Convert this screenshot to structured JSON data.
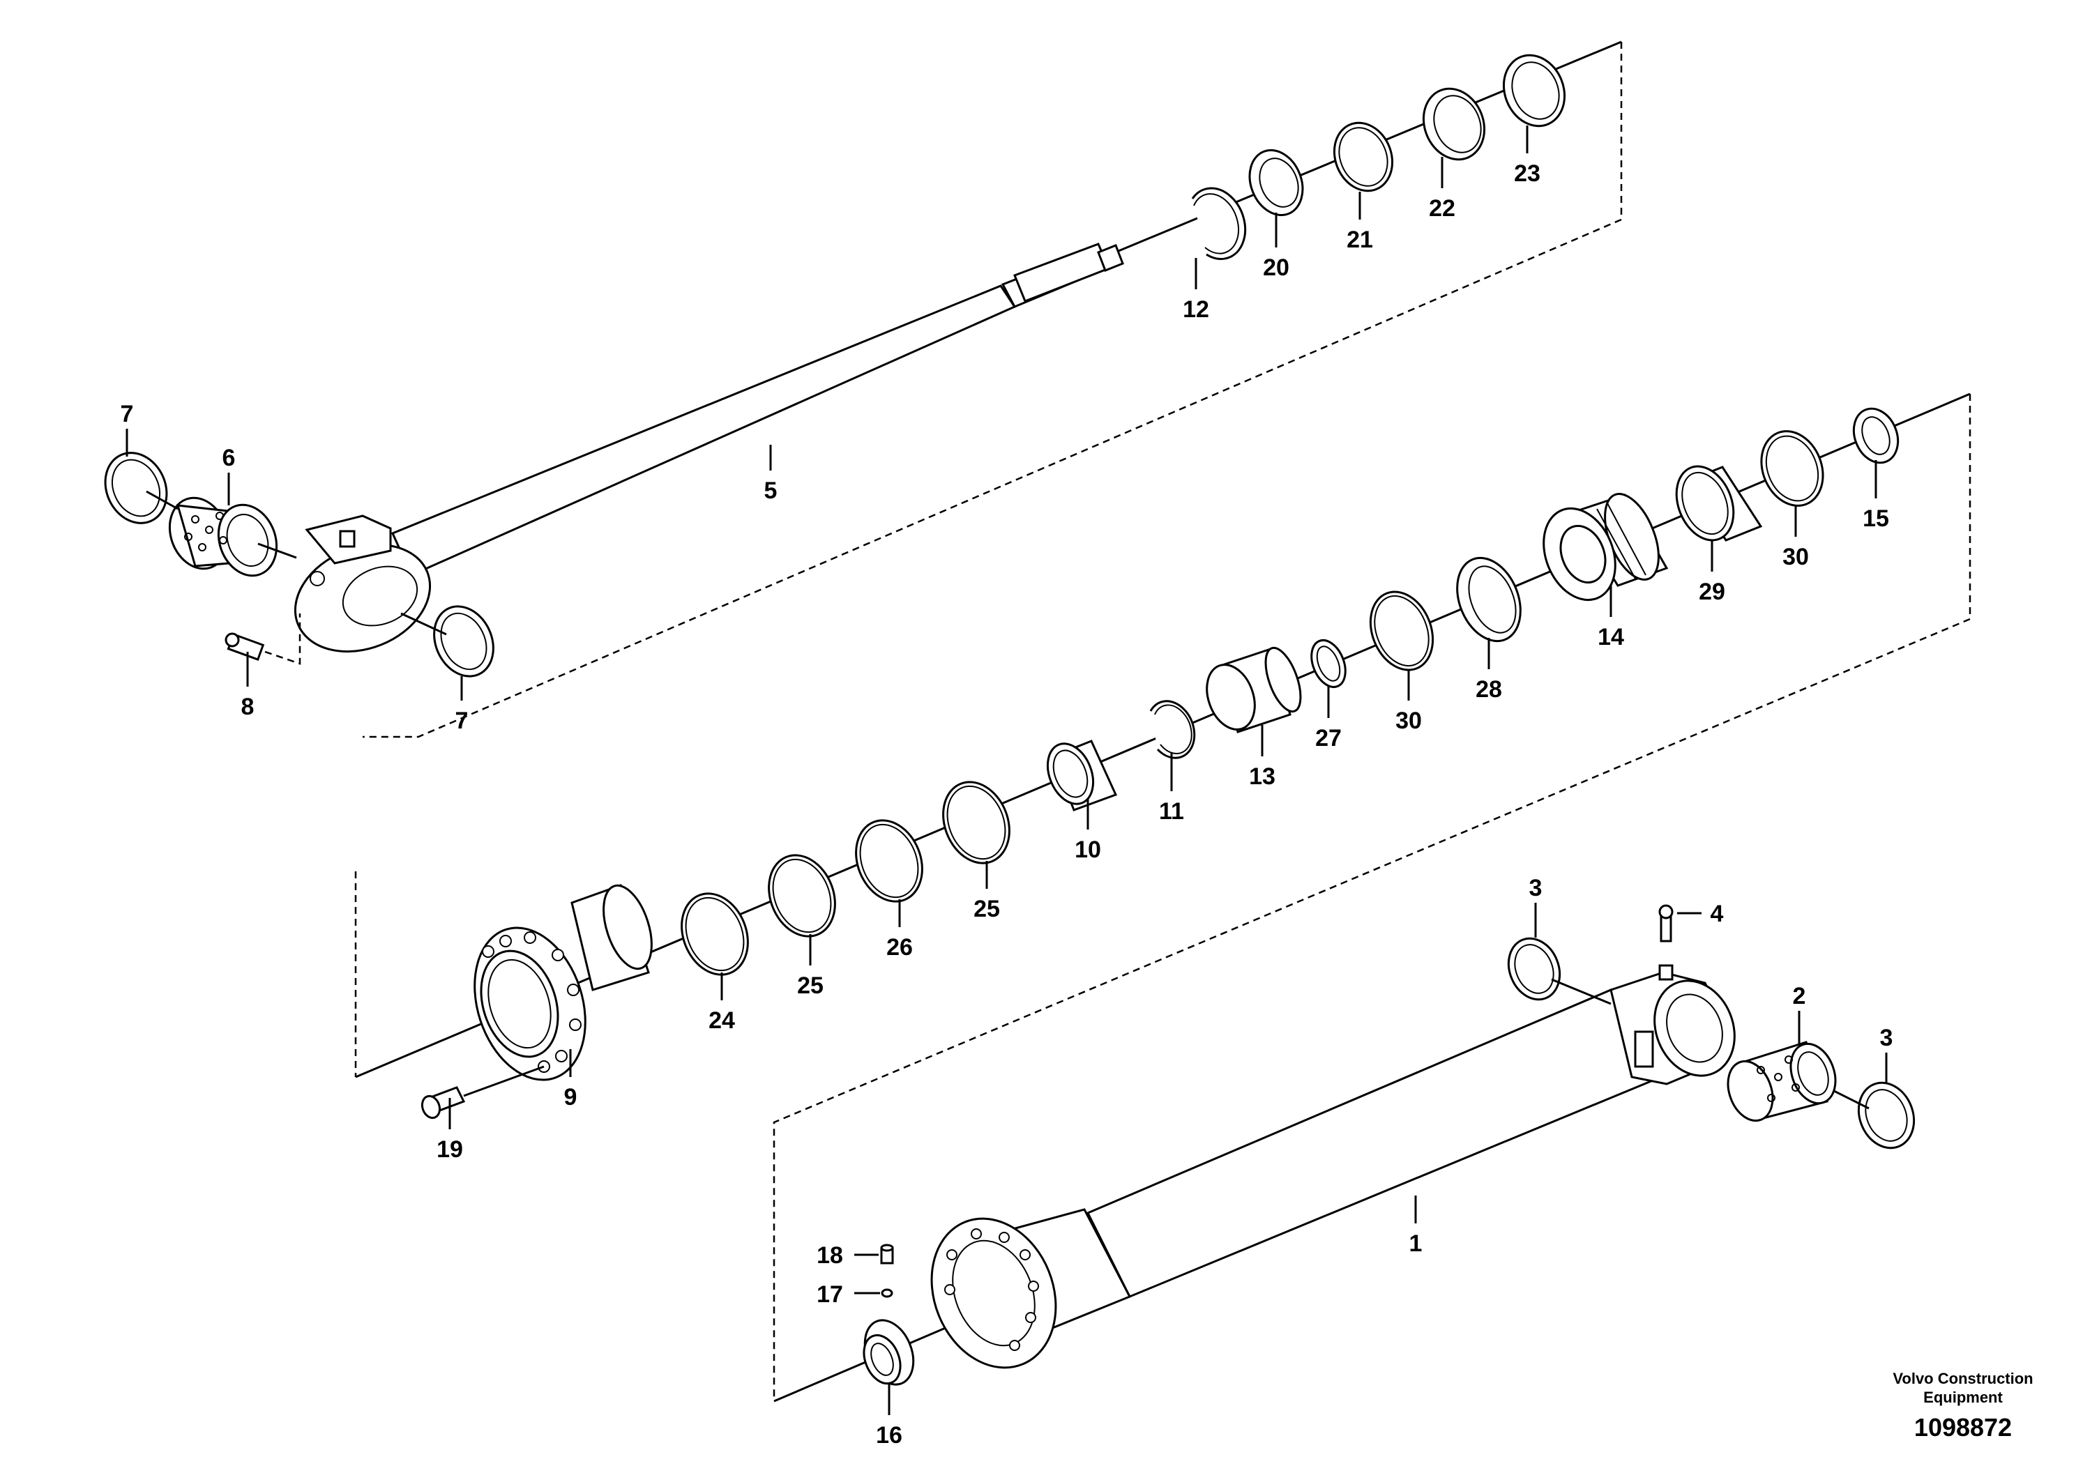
{
  "parts": {
    "p1": "1",
    "p2": "2",
    "p3a": "3",
    "p3b": "3",
    "p4": "4",
    "p5": "5",
    "p6": "6",
    "p7a": "7",
    "p7b": "7",
    "p8": "8",
    "p9": "9",
    "p10": "10",
    "p11": "11",
    "p12": "12",
    "p13": "13",
    "p14": "14",
    "p15": "15",
    "p16": "16",
    "p17": "17",
    "p18": "18",
    "p19": "19",
    "p20": "20",
    "p21": "21",
    "p22": "22",
    "p23": "23",
    "p24": "24",
    "p25a": "25",
    "p25b": "25",
    "p26": "26",
    "p27": "27",
    "p28": "28",
    "p29": "29",
    "p30a": "30",
    "p30b": "30"
  },
  "footer": {
    "brand_line1": "Volvo Construction",
    "brand_line2": "Equipment",
    "drawing_number": "1098872"
  }
}
